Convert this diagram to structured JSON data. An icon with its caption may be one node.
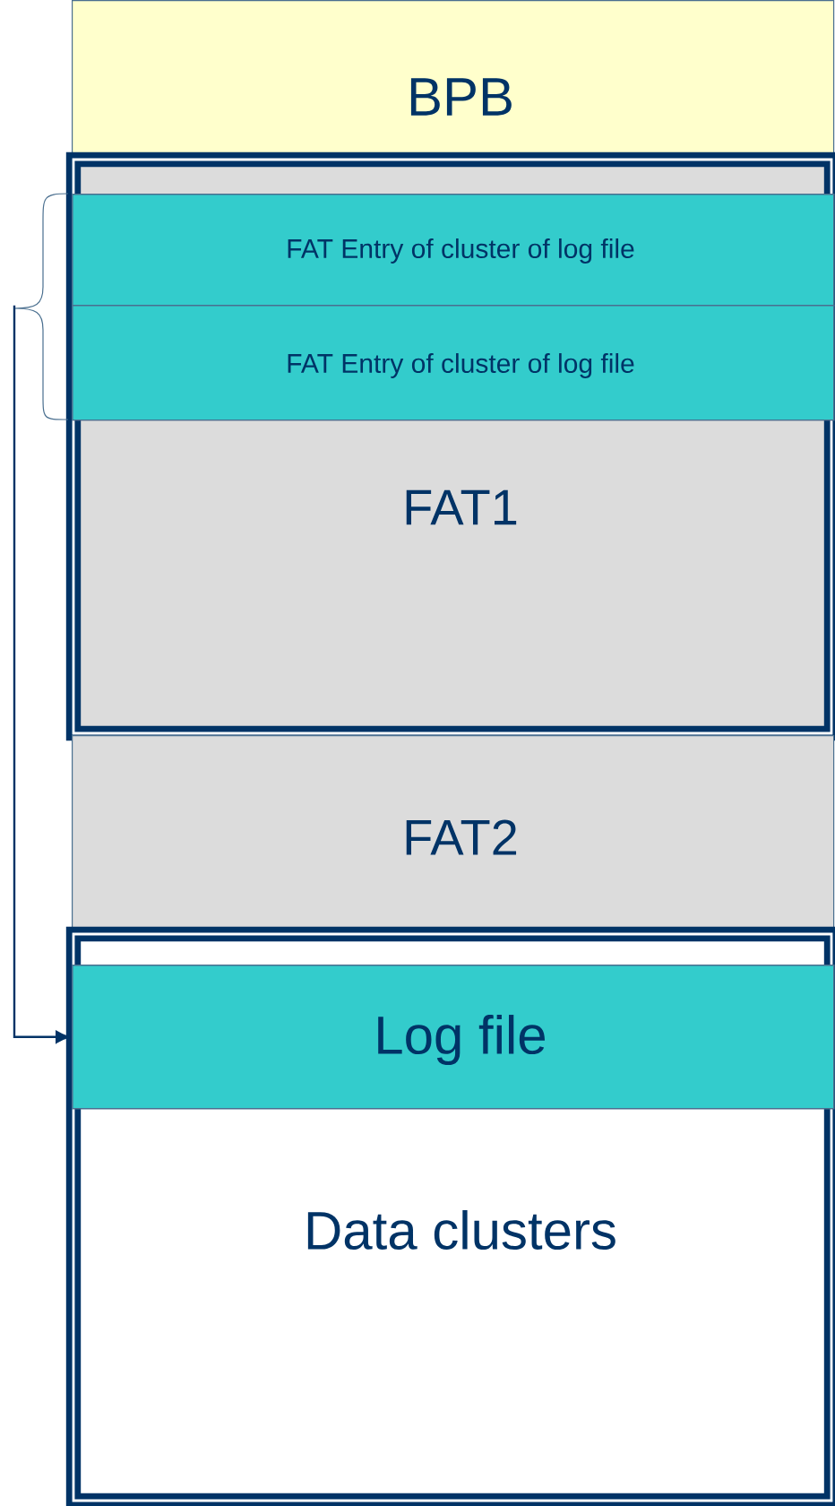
{
  "diagram": {
    "nodes": [
      {
        "text": [
          "BPB"
        ]
      },
      {
        "text": [
          "FAT1"
        ]
      },
      {
        "text": [
          "FAT Entry of cluster of log file"
        ],
        "in": 1
      },
      {
        "text": [
          "FAT Entry of cluster of log file"
        ],
        "in": 1
      },
      {
        "text": [
          "FAT2"
        ]
      },
      {
        "text": [
          "Data clusters"
        ]
      },
      {
        "text": [
          "Log file"
        ],
        "in": 5
      }
    ],
    "edges": [
      {
        "from": 2,
        "to": 6,
        "arrow": "to"
      },
      {
        "from": 3,
        "to": 6,
        "arrow": "to"
      }
    ]
  }
}
